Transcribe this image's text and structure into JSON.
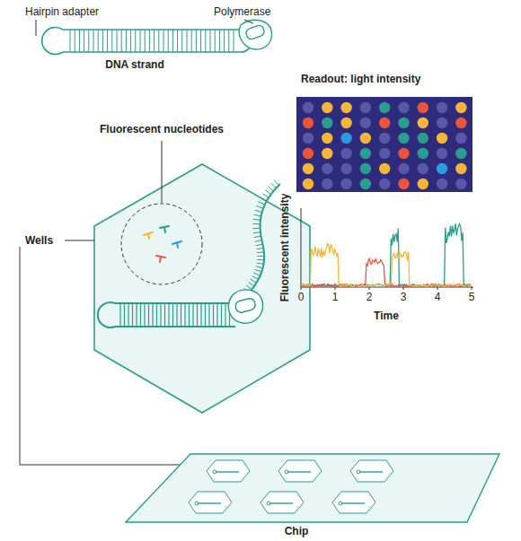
{
  "diagram": {
    "labels": [
      "Hairpin adapter",
      "Polymerase",
      "DNA strand",
      "Fluorescent nucleotides",
      "Readout: light intensity",
      "Fluorescent intensity",
      "Time",
      "0",
      "1",
      "2",
      "3",
      "4",
      "5",
      "Wells",
      "Chip"
    ]
  }
}
